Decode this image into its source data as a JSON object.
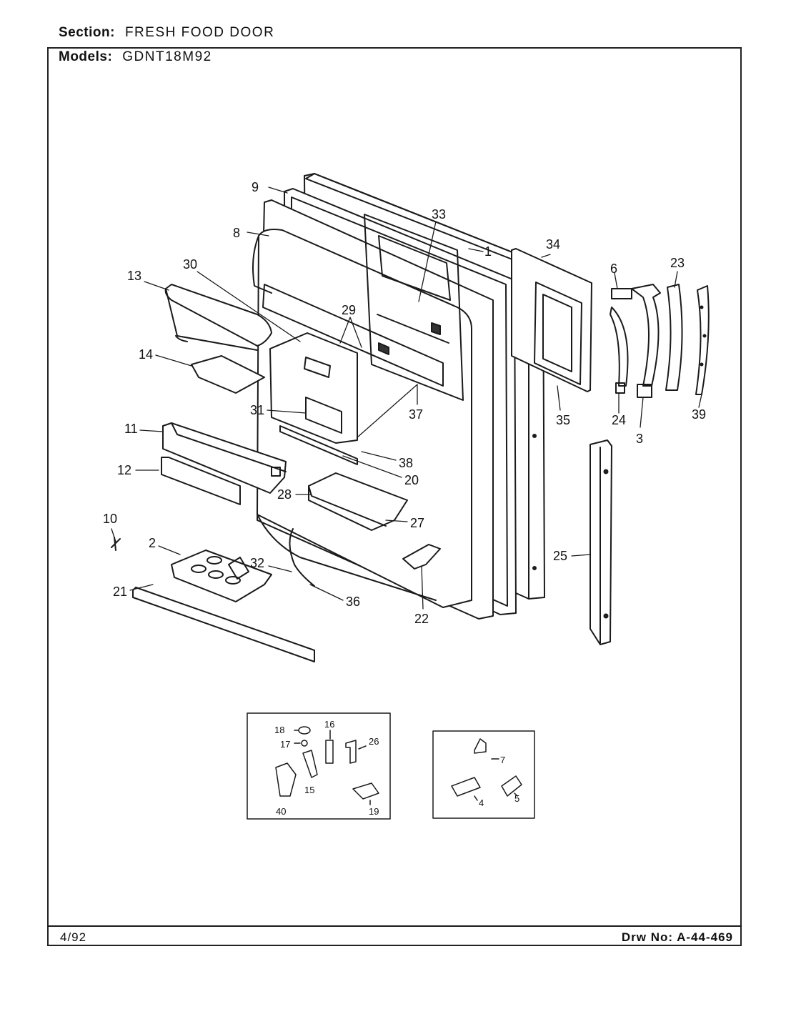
{
  "header": {
    "section_label": "Section:",
    "section_value": "FRESH FOOD DOOR",
    "models_label": "Models:",
    "models_value": "GDNT18M92"
  },
  "footer": {
    "date": "4/92",
    "drawing_number": "Drw No: A-44-469"
  },
  "part_labels": [
    {
      "id": "9",
      "text": "9"
    },
    {
      "id": "8",
      "text": "8"
    },
    {
      "id": "33",
      "text": "33"
    },
    {
      "id": "1",
      "text": "1"
    },
    {
      "id": "34",
      "text": "34"
    },
    {
      "id": "6",
      "text": "6"
    },
    {
      "id": "23",
      "text": "23"
    },
    {
      "id": "13",
      "text": "13"
    },
    {
      "id": "30",
      "text": "30"
    },
    {
      "id": "29",
      "text": "29"
    },
    {
      "id": "14",
      "text": "14"
    },
    {
      "id": "31",
      "text": "31"
    },
    {
      "id": "37",
      "text": "37"
    },
    {
      "id": "35",
      "text": "35"
    },
    {
      "id": "24",
      "text": "24"
    },
    {
      "id": "3",
      "text": "3"
    },
    {
      "id": "39",
      "text": "39"
    },
    {
      "id": "11",
      "text": "11"
    },
    {
      "id": "38",
      "text": "38"
    },
    {
      "id": "12",
      "text": "12"
    },
    {
      "id": "20",
      "text": "20"
    },
    {
      "id": "28",
      "text": "28"
    },
    {
      "id": "27",
      "text": "27"
    },
    {
      "id": "10",
      "text": "10"
    },
    {
      "id": "2",
      "text": "2"
    },
    {
      "id": "32",
      "text": "32"
    },
    {
      "id": "25",
      "text": "25"
    },
    {
      "id": "21",
      "text": "21"
    },
    {
      "id": "36",
      "text": "36"
    },
    {
      "id": "22",
      "text": "22"
    }
  ],
  "inset_left_labels": [
    {
      "id": "18",
      "text": "18"
    },
    {
      "id": "16",
      "text": "16"
    },
    {
      "id": "17",
      "text": "17"
    },
    {
      "id": "26",
      "text": "26"
    },
    {
      "id": "15",
      "text": "15"
    },
    {
      "id": "40",
      "text": "40"
    },
    {
      "id": "19",
      "text": "19"
    }
  ],
  "inset_right_labels": [
    {
      "id": "7",
      "text": "7"
    },
    {
      "id": "4",
      "text": "4"
    },
    {
      "id": "5",
      "text": "5"
    }
  ]
}
